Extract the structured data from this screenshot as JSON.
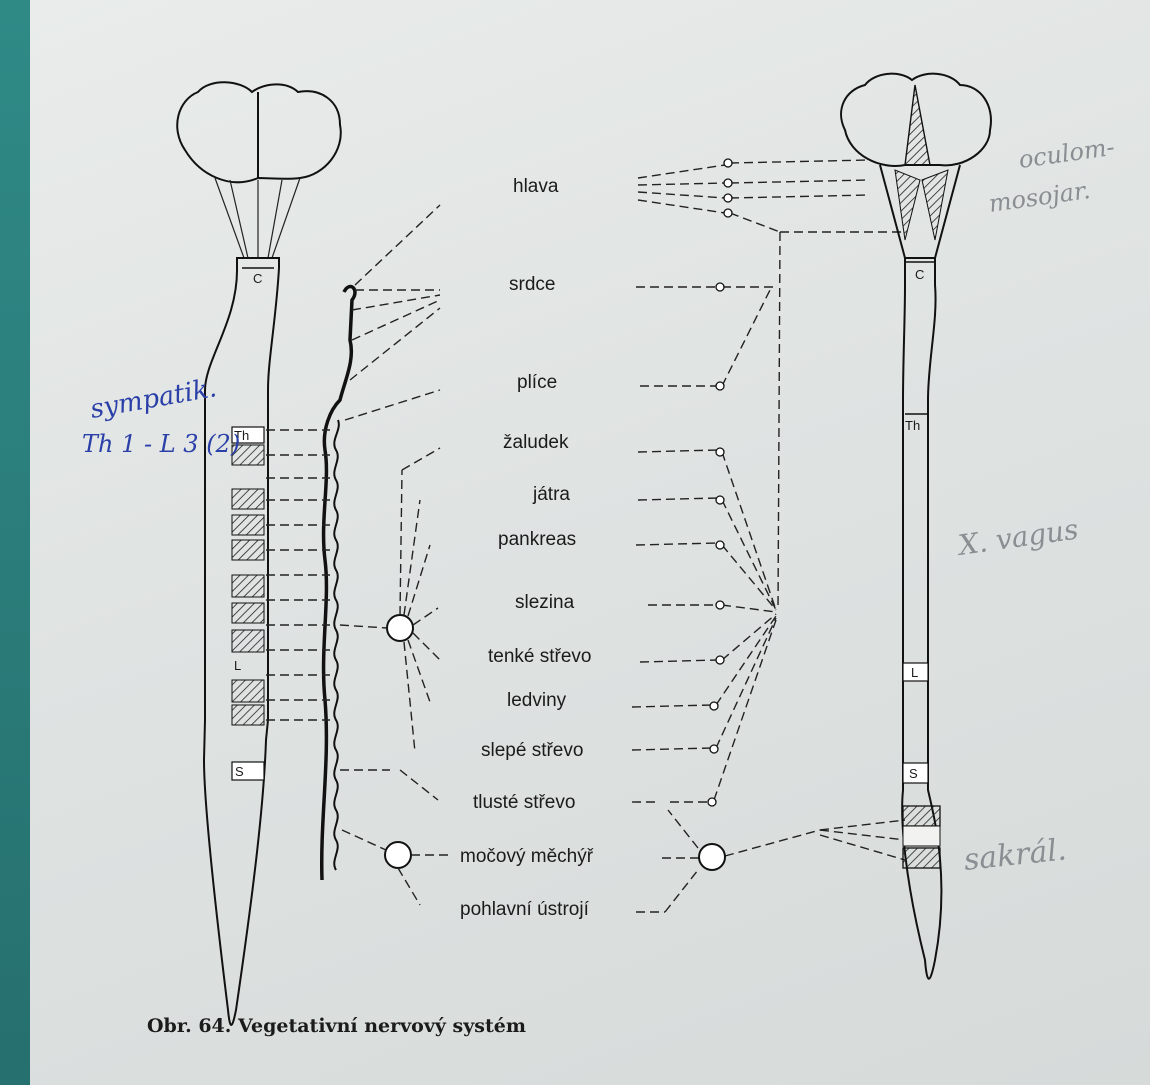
{
  "figure": {
    "caption": "Obr. 64. Vegetativní nervový systém",
    "organs": [
      "hlava",
      "srdce",
      "plíce",
      "žaludek",
      "játra",
      "pankreas",
      "slezina",
      "tenké střevo",
      "ledviny",
      "slepé střevo",
      "tlusté střevo",
      "močový měchýř",
      "pohlavní ústrojí"
    ],
    "spine_left_segments": [
      "C",
      "Th",
      "L",
      "S"
    ],
    "spine_right_segments": [
      "C",
      "Th",
      "L",
      "S"
    ],
    "handwritten": {
      "left_note_1": "sympatik.",
      "left_note_2": "Th 1 - L 3 (2)",
      "right_note_1": "oculom-",
      "right_note_2": "mosojar.",
      "right_note_3": "X. vagus",
      "right_note_4": "sakrál."
    },
    "colors": {
      "paper": "#dfe3e2",
      "ink": "#1b1b1b",
      "handwriting_blue": "#2a3fa8",
      "handwriting_gray": "#8a8e92",
      "border": "#2c7a7a"
    }
  }
}
